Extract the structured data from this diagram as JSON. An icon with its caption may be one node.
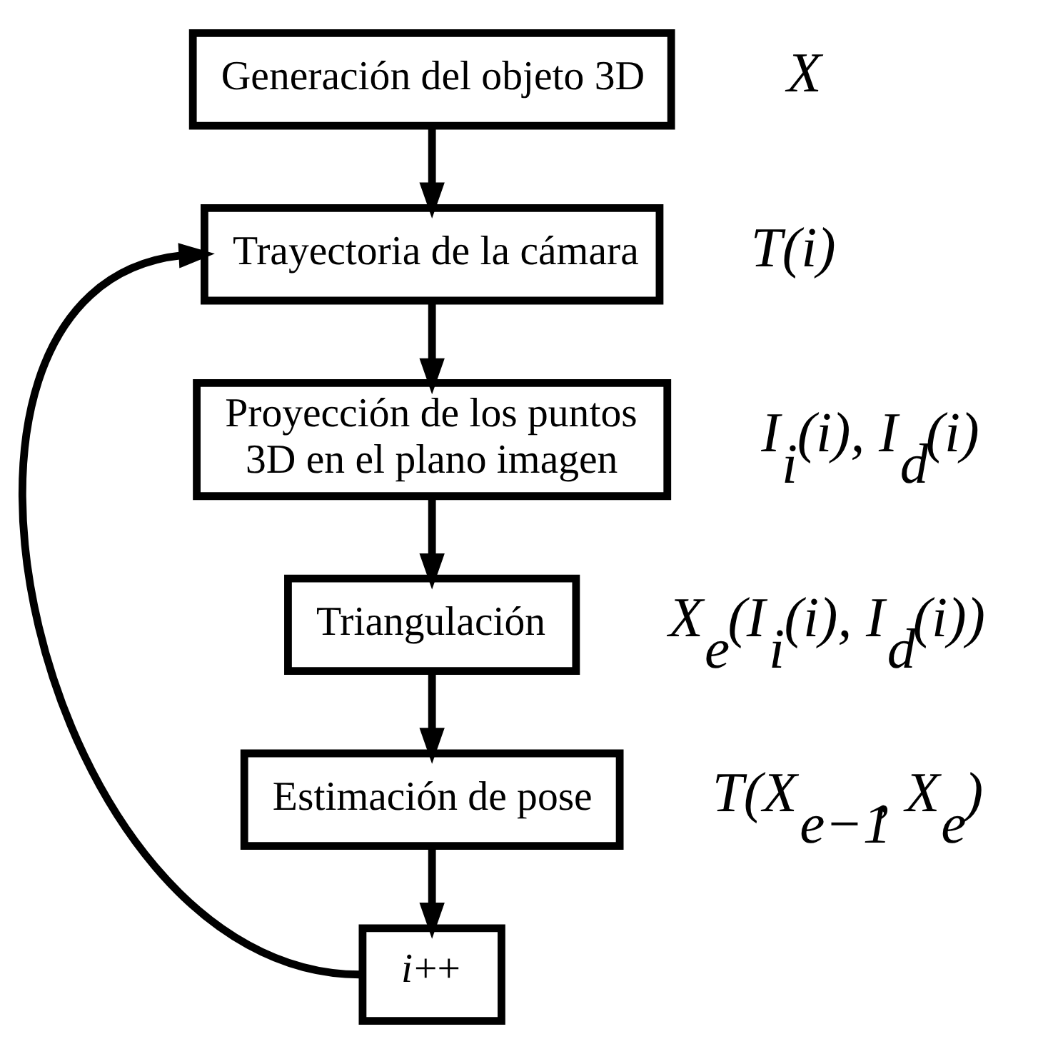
{
  "diagram": {
    "nodes": [
      {
        "text": [
          "Generación del objeto 3D"
        ],
        "beside": [
          "X"
        ]
      },
      {
        "text": [
          "Trayectoria de la cámara"
        ],
        "beside": [
          "T(i)"
        ]
      },
      {
        "text": [
          "Proyección de los puntos 3D en el plano imagen"
        ],
        "beside": [
          "I$_{i}$(i), I$_{d}$(i)"
        ]
      },
      {
        "text": [
          "Triangulación"
        ],
        "beside": [
          "X$_{e}$(I$_{i}$(i), I$_{d}$(i))"
        ]
      },
      {
        "text": [
          "Estimación de pose"
        ],
        "beside": [
          "T(X$_{e−1}$, X$_{e}$)"
        ]
      },
      {
        "text": [
          "*i*++"
        ]
      }
    ],
    "edges": [
      {
        "from": 0,
        "to": 1,
        "arrow": "to"
      },
      {
        "from": 1,
        "to": 2,
        "arrow": "to"
      },
      {
        "from": 2,
        "to": 3,
        "arrow": "to"
      },
      {
        "from": 3,
        "to": 4,
        "arrow": "to"
      },
      {
        "from": 4,
        "to": 5,
        "arrow": "to"
      },
      {
        "from": 5,
        "to": 1,
        "arrow": "to"
      }
    ]
  }
}
